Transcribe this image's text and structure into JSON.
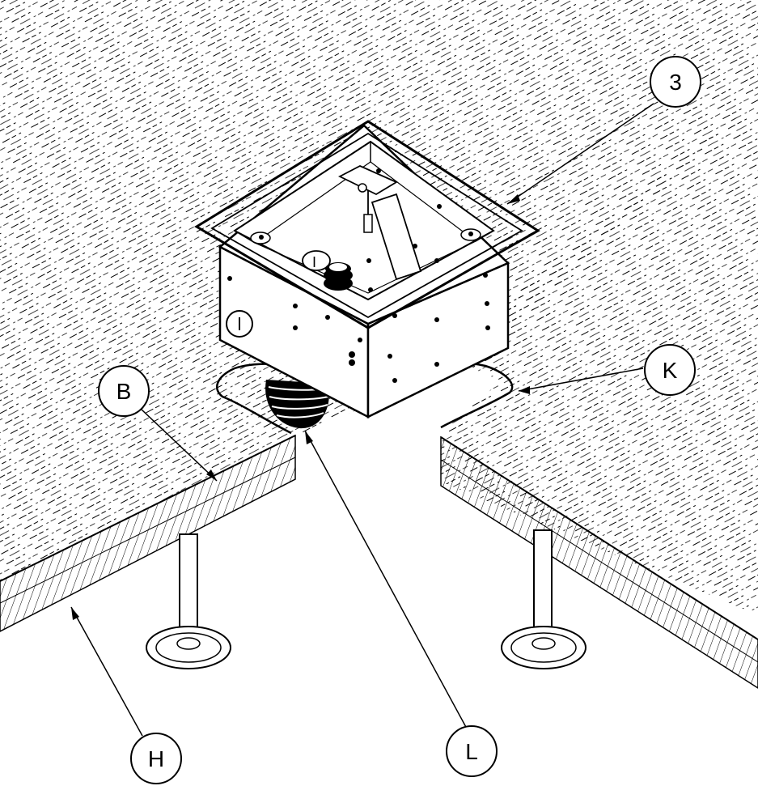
{
  "callouts": {
    "part_3": "3",
    "part_b": "B",
    "part_k": "K",
    "part_h": "H",
    "part_l": "L"
  },
  "colors": {
    "ink": "#000000",
    "paper": "#ffffff"
  }
}
